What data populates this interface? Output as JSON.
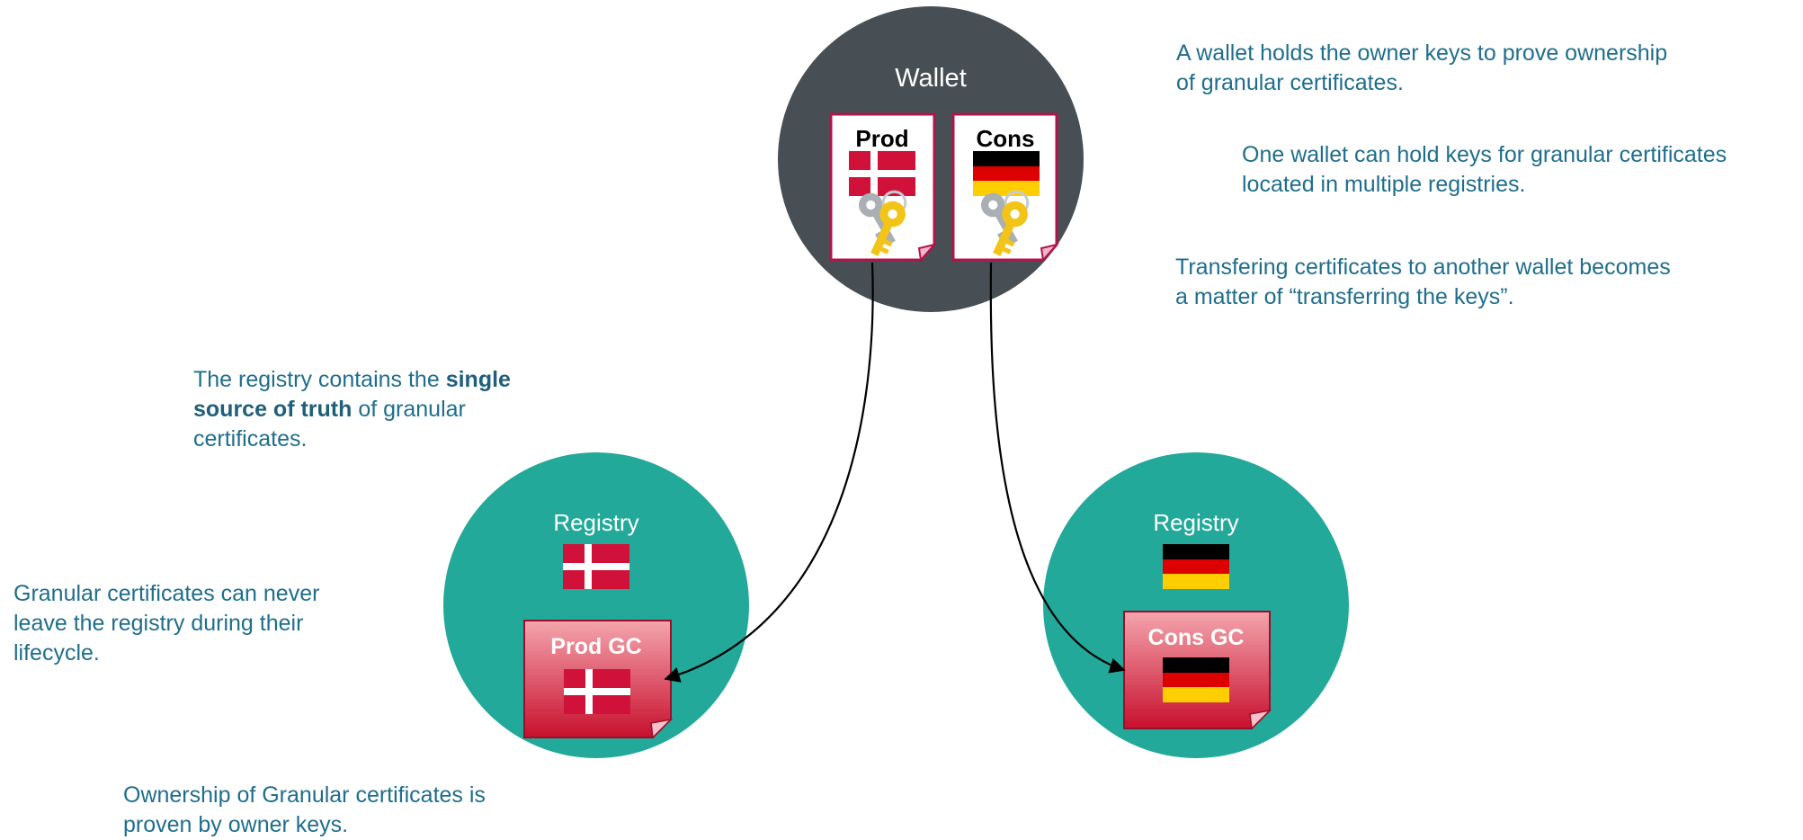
{
  "colors": {
    "wallet": "#474f55",
    "registry": "#23a99a",
    "text": "#1f6e8c",
    "card_border": "#b0144a",
    "gc_top": "#f4a5ad",
    "gc_bottom": "#c8102e",
    "dk_red": "#d0113a",
    "de_black": "#000000",
    "de_red": "#dd0000",
    "de_gold": "#ffce00",
    "key_gold": "#f2c418",
    "key_grey": "#a9afb3"
  },
  "wallet": {
    "label": "Wallet",
    "cards": [
      {
        "label": "Prod",
        "flag": "dk",
        "icon": "owner-key-icon"
      },
      {
        "label": "Cons",
        "flag": "de",
        "icon": "owner-key-icon"
      }
    ]
  },
  "registries": [
    {
      "label": "Registry",
      "flag": "dk",
      "gc_label": "Prod GC"
    },
    {
      "label": "Registry",
      "flag": "de",
      "gc_label": "Cons GC"
    }
  ],
  "notes": {
    "wallet_holds": [
      "A wallet holds the owner keys to prove ownership",
      "of granular certificates."
    ],
    "multi_registry": [
      "One wallet can hold keys for granular certificates",
      "located in multiple registries."
    ],
    "transfer": [
      "Transfering certificates to another wallet becomes",
      "a matter of “transferring the keys”."
    ],
    "registry_truth": {
      "line1_pre": "The registry contains the ",
      "line1_bold": "single",
      "line2_bold": "source of truth",
      "line2_post": " of granular",
      "line3": "certificates."
    },
    "never_leave": [
      "Granular certificates can never",
      "leave the registry during their",
      "lifecycle."
    ],
    "ownership": [
      "Ownership of Granular certificates is",
      "proven by owner keys."
    ]
  }
}
